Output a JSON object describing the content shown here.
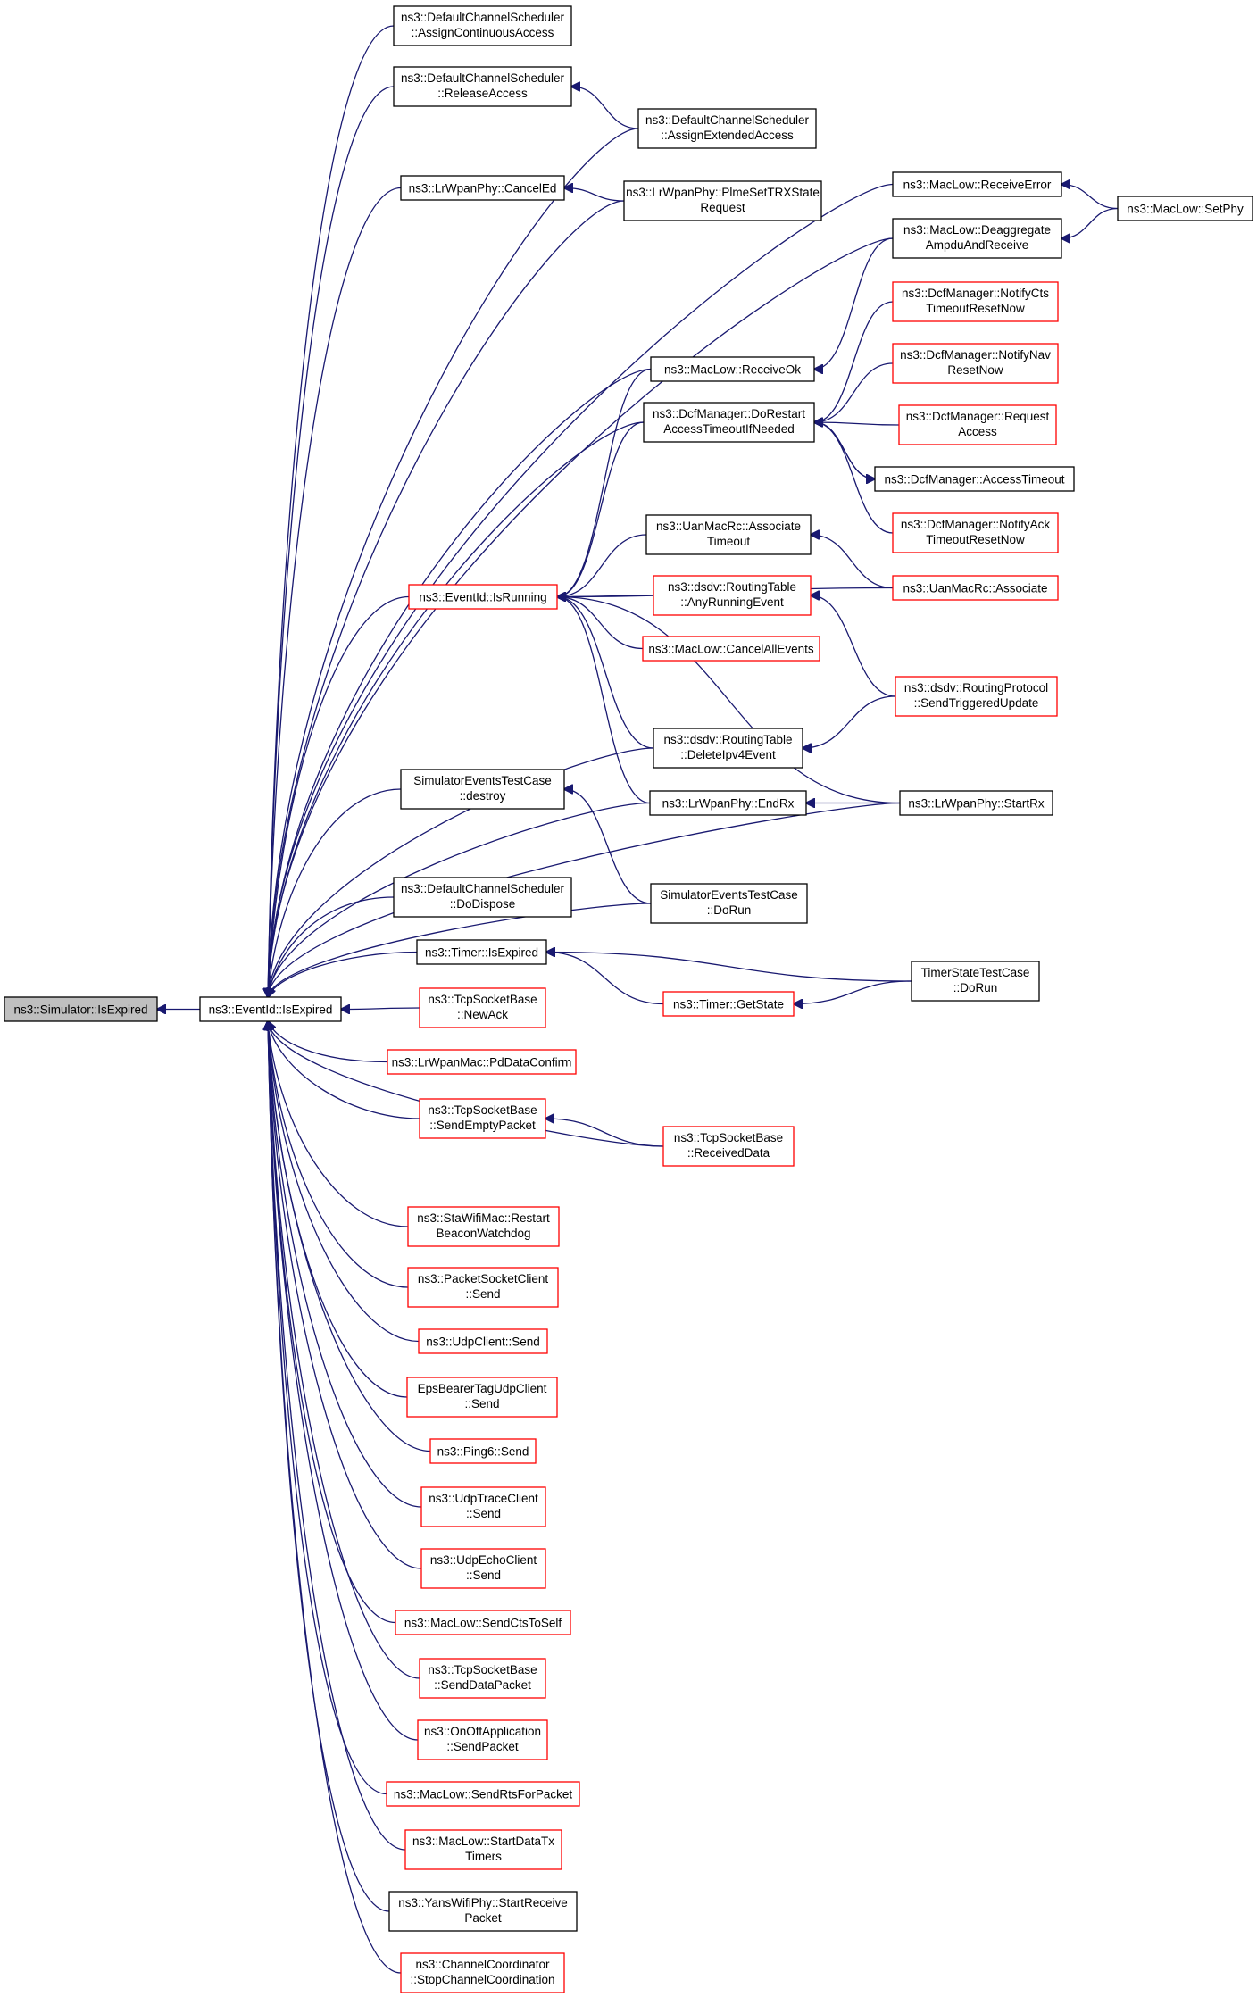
{
  "colors": {
    "edge": "#191970",
    "border_normal": "#000000",
    "border_linked": "#ff0000",
    "root_fill": "#bfbfbf"
  },
  "nodes": {
    "sim_isexpired": {
      "lines": [
        "ns3::Simulator::IsExpired"
      ],
      "style": "root"
    },
    "eventid_isexpired": {
      "lines": [
        "ns3::EventId::IsExpired"
      ],
      "style": "normal"
    },
    "dcs_assigncont": {
      "lines": [
        "ns3::DefaultChannelScheduler",
        "::AssignContinuousAccess"
      ],
      "style": "normal"
    },
    "dcs_release": {
      "lines": [
        "ns3::DefaultChannelScheduler",
        "::ReleaseAccess"
      ],
      "style": "normal"
    },
    "dcs_assignext": {
      "lines": [
        "ns3::DefaultChannelScheduler",
        "::AssignExtendedAccess"
      ],
      "style": "normal"
    },
    "lrwpan_canceled": {
      "lines": [
        "ns3::LrWpanPhy::CancelEd"
      ],
      "style": "normal"
    },
    "lrwpan_plme": {
      "lines": [
        "ns3::LrWpanPhy::PlmeSetTRXState",
        "Request"
      ],
      "style": "normal"
    },
    "maclow_recverror": {
      "lines": [
        "ns3::MacLow::ReceiveError"
      ],
      "style": "normal"
    },
    "maclow_setphy": {
      "lines": [
        "ns3::MacLow::SetPhy"
      ],
      "style": "normal"
    },
    "maclow_deagg": {
      "lines": [
        "ns3::MacLow::Deaggregate",
        "AmpduAndReceive"
      ],
      "style": "normal"
    },
    "dcf_notifycts": {
      "lines": [
        "ns3::DcfManager::NotifyCts",
        "TimeoutResetNow"
      ],
      "style": "linked"
    },
    "dcf_notifynav": {
      "lines": [
        "ns3::DcfManager::NotifyNav",
        "ResetNow"
      ],
      "style": "linked"
    },
    "maclow_receiveok": {
      "lines": [
        "ns3::MacLow::ReceiveOk"
      ],
      "style": "normal"
    },
    "dcf_request": {
      "lines": [
        "ns3::DcfManager::Request",
        "Access"
      ],
      "style": "linked"
    },
    "dcf_dorestart": {
      "lines": [
        "ns3::DcfManager::DoRestart",
        "AccessTimeoutIfNeeded"
      ],
      "style": "normal"
    },
    "dcf_accesstimeout": {
      "lines": [
        "ns3::DcfManager::AccessTimeout"
      ],
      "style": "normal"
    },
    "dcf_notifyack": {
      "lines": [
        "ns3::DcfManager::NotifyAck",
        "TimeoutResetNow"
      ],
      "style": "linked"
    },
    "uan_assoctimeout": {
      "lines": [
        "ns3::UanMacRc::Associate",
        "Timeout"
      ],
      "style": "normal"
    },
    "uan_associate": {
      "lines": [
        "ns3::UanMacRc::Associate"
      ],
      "style": "linked"
    },
    "eventid_isrunning": {
      "lines": [
        "ns3::EventId::IsRunning"
      ],
      "style": "linked"
    },
    "dsdv_anyrunning": {
      "lines": [
        "ns3::dsdv::RoutingTable",
        "::AnyRunningEvent"
      ],
      "style": "linked"
    },
    "maclow_cancelall": {
      "lines": [
        "ns3::MacLow::CancelAllEvents"
      ],
      "style": "linked"
    },
    "dsdv_sendtriggered": {
      "lines": [
        "ns3::dsdv::RoutingProtocol",
        "::SendTriggeredUpdate"
      ],
      "style": "linked"
    },
    "dsdv_deleteipv4": {
      "lines": [
        "ns3::dsdv::RoutingTable",
        "::DeleteIpv4Event"
      ],
      "style": "normal"
    },
    "sim_destroy": {
      "lines": [
        "SimulatorEventsTestCase",
        "::destroy"
      ],
      "style": "normal"
    },
    "lrwpan_endrx": {
      "lines": [
        "ns3::LrWpanPhy::EndRx"
      ],
      "style": "normal"
    },
    "lrwpan_startrx": {
      "lines": [
        "ns3::LrWpanPhy::StartRx"
      ],
      "style": "normal"
    },
    "sim_dorun": {
      "lines": [
        "SimulatorEventsTestCase",
        "::DoRun"
      ],
      "style": "normal"
    },
    "dcs_dodispose": {
      "lines": [
        "ns3::DefaultChannelScheduler",
        "::DoDispose"
      ],
      "style": "normal"
    },
    "timer_isexpired": {
      "lines": [
        "ns3::Timer::IsExpired"
      ],
      "style": "normal"
    },
    "timerstate_dorun": {
      "lines": [
        "TimerStateTestCase",
        "::DoRun"
      ],
      "style": "normal"
    },
    "tcp_newack": {
      "lines": [
        "ns3::TcpSocketBase",
        "::NewAck"
      ],
      "style": "linked"
    },
    "timer_getstate": {
      "lines": [
        "ns3::Timer::GetState"
      ],
      "style": "linked"
    },
    "lrwpanmac_pddata": {
      "lines": [
        "ns3::LrWpanMac::PdDataConfirm"
      ],
      "style": "linked"
    },
    "tcp_sendempty": {
      "lines": [
        "ns3::TcpSocketBase",
        "::SendEmptyPacket"
      ],
      "style": "linked"
    },
    "tcp_receiveddata": {
      "lines": [
        "ns3::TcpSocketBase",
        "::ReceivedData"
      ],
      "style": "linked"
    },
    "sta_restart": {
      "lines": [
        "ns3::StaWifiMac::Restart",
        "BeaconWatchdog"
      ],
      "style": "linked"
    },
    "packetsock_send": {
      "lines": [
        "ns3::PacketSocketClient",
        "::Send"
      ],
      "style": "linked"
    },
    "udpclient_send": {
      "lines": [
        "ns3::UdpClient::Send"
      ],
      "style": "linked"
    },
    "epsbearer_send": {
      "lines": [
        "EpsBearerTagUdpClient",
        "::Send"
      ],
      "style": "linked"
    },
    "ping6_send": {
      "lines": [
        "ns3::Ping6::Send"
      ],
      "style": "linked"
    },
    "udptrace_send": {
      "lines": [
        "ns3::UdpTraceClient",
        "::Send"
      ],
      "style": "linked"
    },
    "udpecho_send": {
      "lines": [
        "ns3::UdpEchoClient",
        "::Send"
      ],
      "style": "linked"
    },
    "maclow_sendcts": {
      "lines": [
        "ns3::MacLow::SendCtsToSelf"
      ],
      "style": "linked"
    },
    "tcp_senddata": {
      "lines": [
        "ns3::TcpSocketBase",
        "::SendDataPacket"
      ],
      "style": "linked"
    },
    "onoff_sendpacket": {
      "lines": [
        "ns3::OnOffApplication",
        "::SendPacket"
      ],
      "style": "linked"
    },
    "maclow_sendrts": {
      "lines": [
        "ns3::MacLow::SendRtsForPacket"
      ],
      "style": "linked"
    },
    "maclow_startdatatx": {
      "lines": [
        "ns3::MacLow::StartDataTx",
        "Timers"
      ],
      "style": "linked"
    },
    "yans_startreceive": {
      "lines": [
        "ns3::YansWifiPhy::StartReceive",
        "Packet"
      ],
      "style": "normal"
    },
    "chancoord_stop": {
      "lines": [
        "ns3::ChannelCoordinator",
        "::StopChannelCoordination"
      ],
      "style": "linked"
    }
  }
}
